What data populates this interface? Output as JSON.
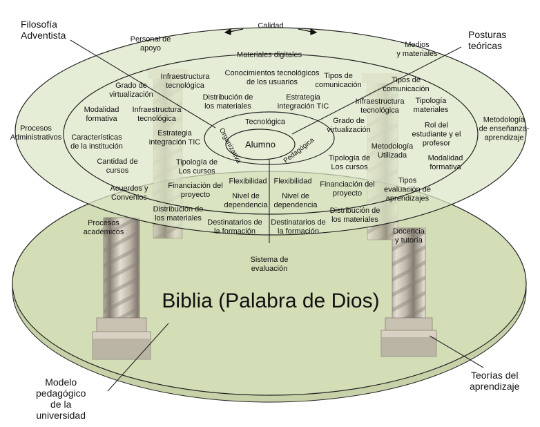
{
  "callouts": {
    "filosofia": "Filosofía\nAdventista",
    "posturas": "Posturas\nteóricas",
    "modelo": "Modelo\npedagógico\nde la\nuniversidad",
    "teorias": "Teorías del\naprendizaje"
  },
  "bible": "Biblia (Palabra de Dios)",
  "outer": {
    "calidad": "Calidad",
    "personal": "Personal de\napoyo",
    "medios": "Medios\ny materiales",
    "procesos_admin": "Procesos\nAdministrativos",
    "metodologia_ens": "Metodología\nde enseñanza-\naprendizaje",
    "procesos_acad": "Procesos\nacadémicos",
    "docencia": "Docencia\ny tutoría",
    "sistema": "Sistema de\nevaluación"
  },
  "middle": {
    "materiales_digitales": "Materiales digitales",
    "infra1": "Infraestructura\ntecnológica",
    "conocimientos": "Conocimientos tecnológicos\nde los usuarios",
    "tipos_com1": "Tipos de\ncomunicación",
    "tipos_com2": "Tipos de\ncomunicación",
    "grado1": "Grado de\nvirtualización",
    "distrib1": "Distribución de\nlos materiales",
    "estrategia1": "Estrategia\nintegración TIC",
    "infra2": "Infraestructura\ntecnológica",
    "tipologia_mat": "Tipología\nmateriales",
    "modalidad1": "Modalidad\nformativa",
    "infra3": "Infraestructura\ntecnológica",
    "grado2": "Grado de\nvirtualización",
    "rol": "Rol del\nestudiante y el\nprofesor",
    "caracteristicas": "Características\nde la institución",
    "estrategia2": "Estrategia\nintegración TIC",
    "metodologia_util": "Metodología\nUtilizada",
    "modalidad2": "Modalidad\nformativa",
    "cantidad": "Cantidad de\ncursos",
    "tipologia_cur1": "Tipología de\nLos cursos",
    "tipologia_cur2": "Tipología de\nLos cursos",
    "acuerdos": "Acuerdos y\nConvenios",
    "financiacion1": "Financiación del\nproyecto",
    "flexibilidad1": "Flexibilidad",
    "flexibilidad2": "Flexibilidad",
    "financiacion2": "Financiación del\nproyecto",
    "tipos_eval": "Tipos\nevaluación de\naprendizajes",
    "nivel1": "Nivel de\ndependencia",
    "nivel2": "Nivel de\ndependencia",
    "distrib2": "Distribución de\nlos materiales",
    "distrib3": "Distribución de\nlos materiales",
    "destinatarios1": "Destinatarios de\nla formación",
    "destinatarios2": "Destinatarios de\nla formación"
  },
  "inner": {
    "tecnologica": "Tecnológica",
    "organizativa": "Organizativa",
    "pedagogica": "Pedagógica",
    "alumno": "Alumno"
  },
  "colors": {
    "disc_fill": "#d2dcb6",
    "disc_top": "#dbe4c2",
    "stroke": "#1a1a1a",
    "pillar": "#cfc8bb"
  }
}
